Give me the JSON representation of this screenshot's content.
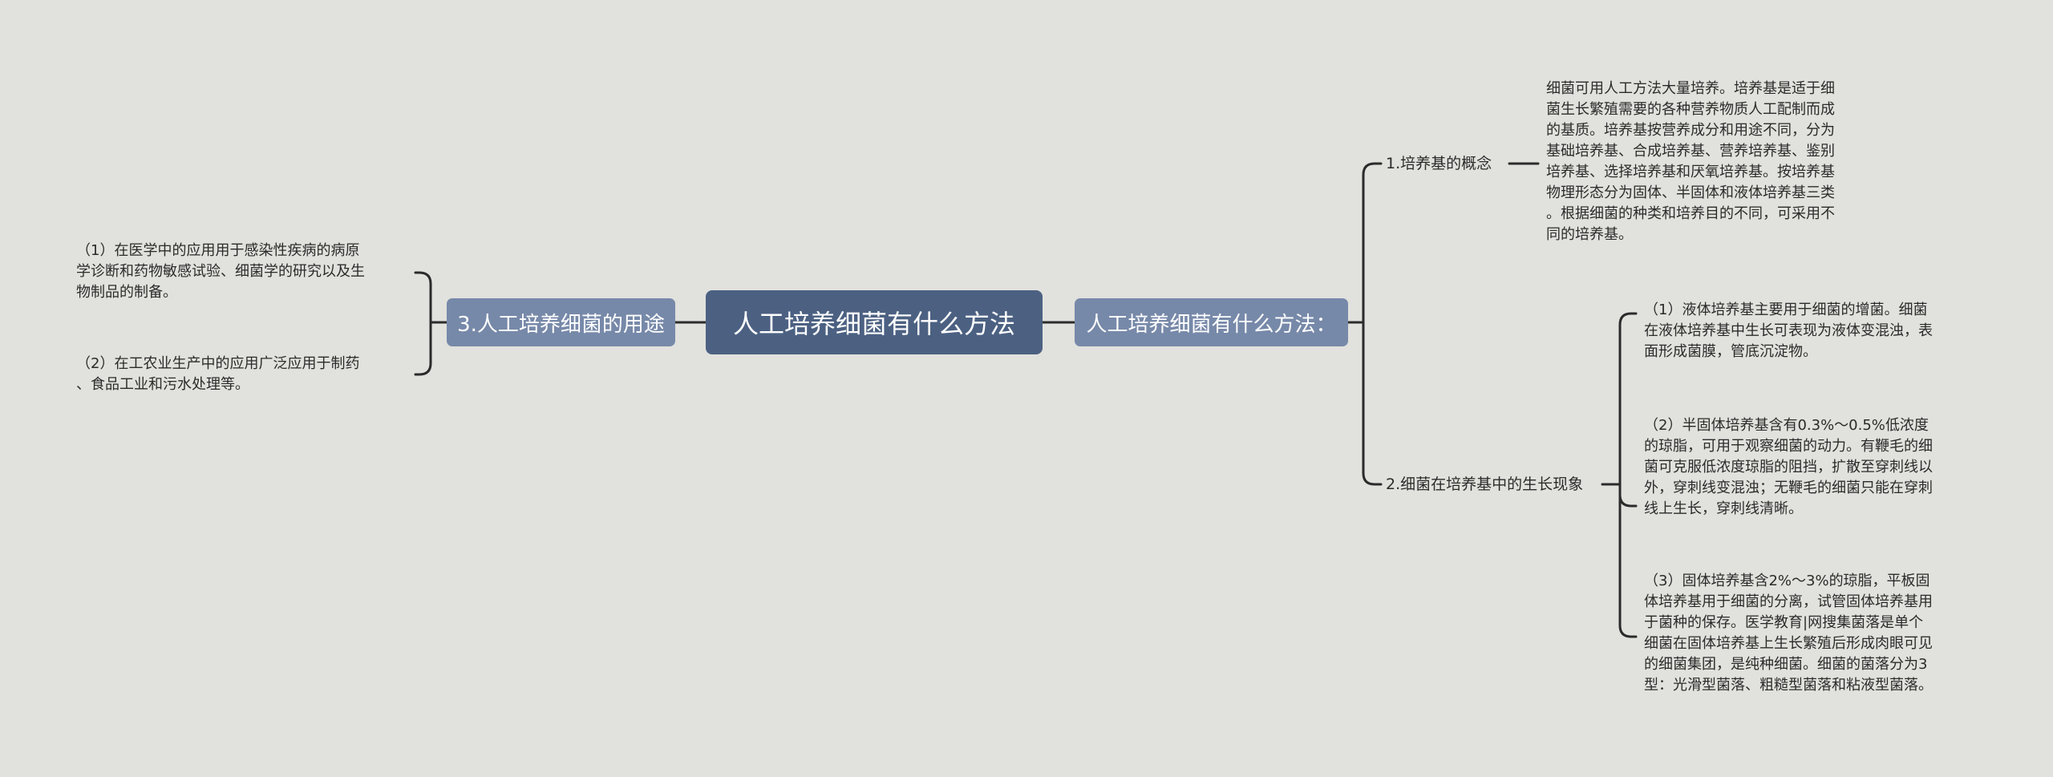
{
  "root": {
    "label": "人工培养细菌有什么方法"
  },
  "left_branch": {
    "label": "3.人工培养细菌的用途",
    "leaves": [
      "（1）在医学中的应用用于感染性疾病的病原\n学诊断和药物敏感试验、细菌学的研究以及生\n物制品的制备。",
      "（2）在工农业生产中的应用广泛应用于制药\n、食品工业和污水处理等。"
    ]
  },
  "right_branch": {
    "label": "人工培养细菌有什么方法：",
    "sub1": {
      "label": "1.培养基的概念",
      "leaf": "细菌可用人工方法大量培养。培养基是适于细\n菌生长繁殖需要的各种营养物质人工配制而成\n的基质。培养基按营养成分和用途不同，分为\n基础培养基、合成培养基、营养培养基、鉴别\n培养基、选择培养基和厌氧培养基。按培养基\n物理形态分为固体、半固体和液体培养基三类\n。根据细菌的种类和培养目的不同，可采用不\n同的培养基。"
    },
    "sub2": {
      "label": "2.细菌在培养基中的生长现象",
      "leaves": [
        "（1）液体培养基主要用于细菌的增菌。细菌\n在液体培养基中生长可表现为液体变混浊，表\n面形成菌膜，管底沉淀物。",
        "（2）半固体培养基含有0.3%～0.5%低浓度\n的琼脂，可用于观察细菌的动力。有鞭毛的细\n菌可克服低浓度琼脂的阻挡，扩散至穿刺线以\n外，穿刺线变混浊；无鞭毛的细菌只能在穿刺\n线上生长，穿刺线清晰。",
        "（3）固体培养基含2%～3%的琼脂，平板固\n体培养基用于细菌的分离，试管固体培养基用\n于菌种的保存。医学教育|网搜集菌落是单个\n细菌在固体培养基上生长繁殖后形成肉眼可见\n的细菌集团，是纯种细菌。细菌的菌落分为3\n型：光滑型菌落、粗糙型菌落和粘液型菌落。"
      ]
    }
  },
  "colors": {
    "background": "#e1e1dd",
    "root_fill": "#4c6182",
    "branch_fill": "#7789a9",
    "line": "#2b2b2b"
  }
}
